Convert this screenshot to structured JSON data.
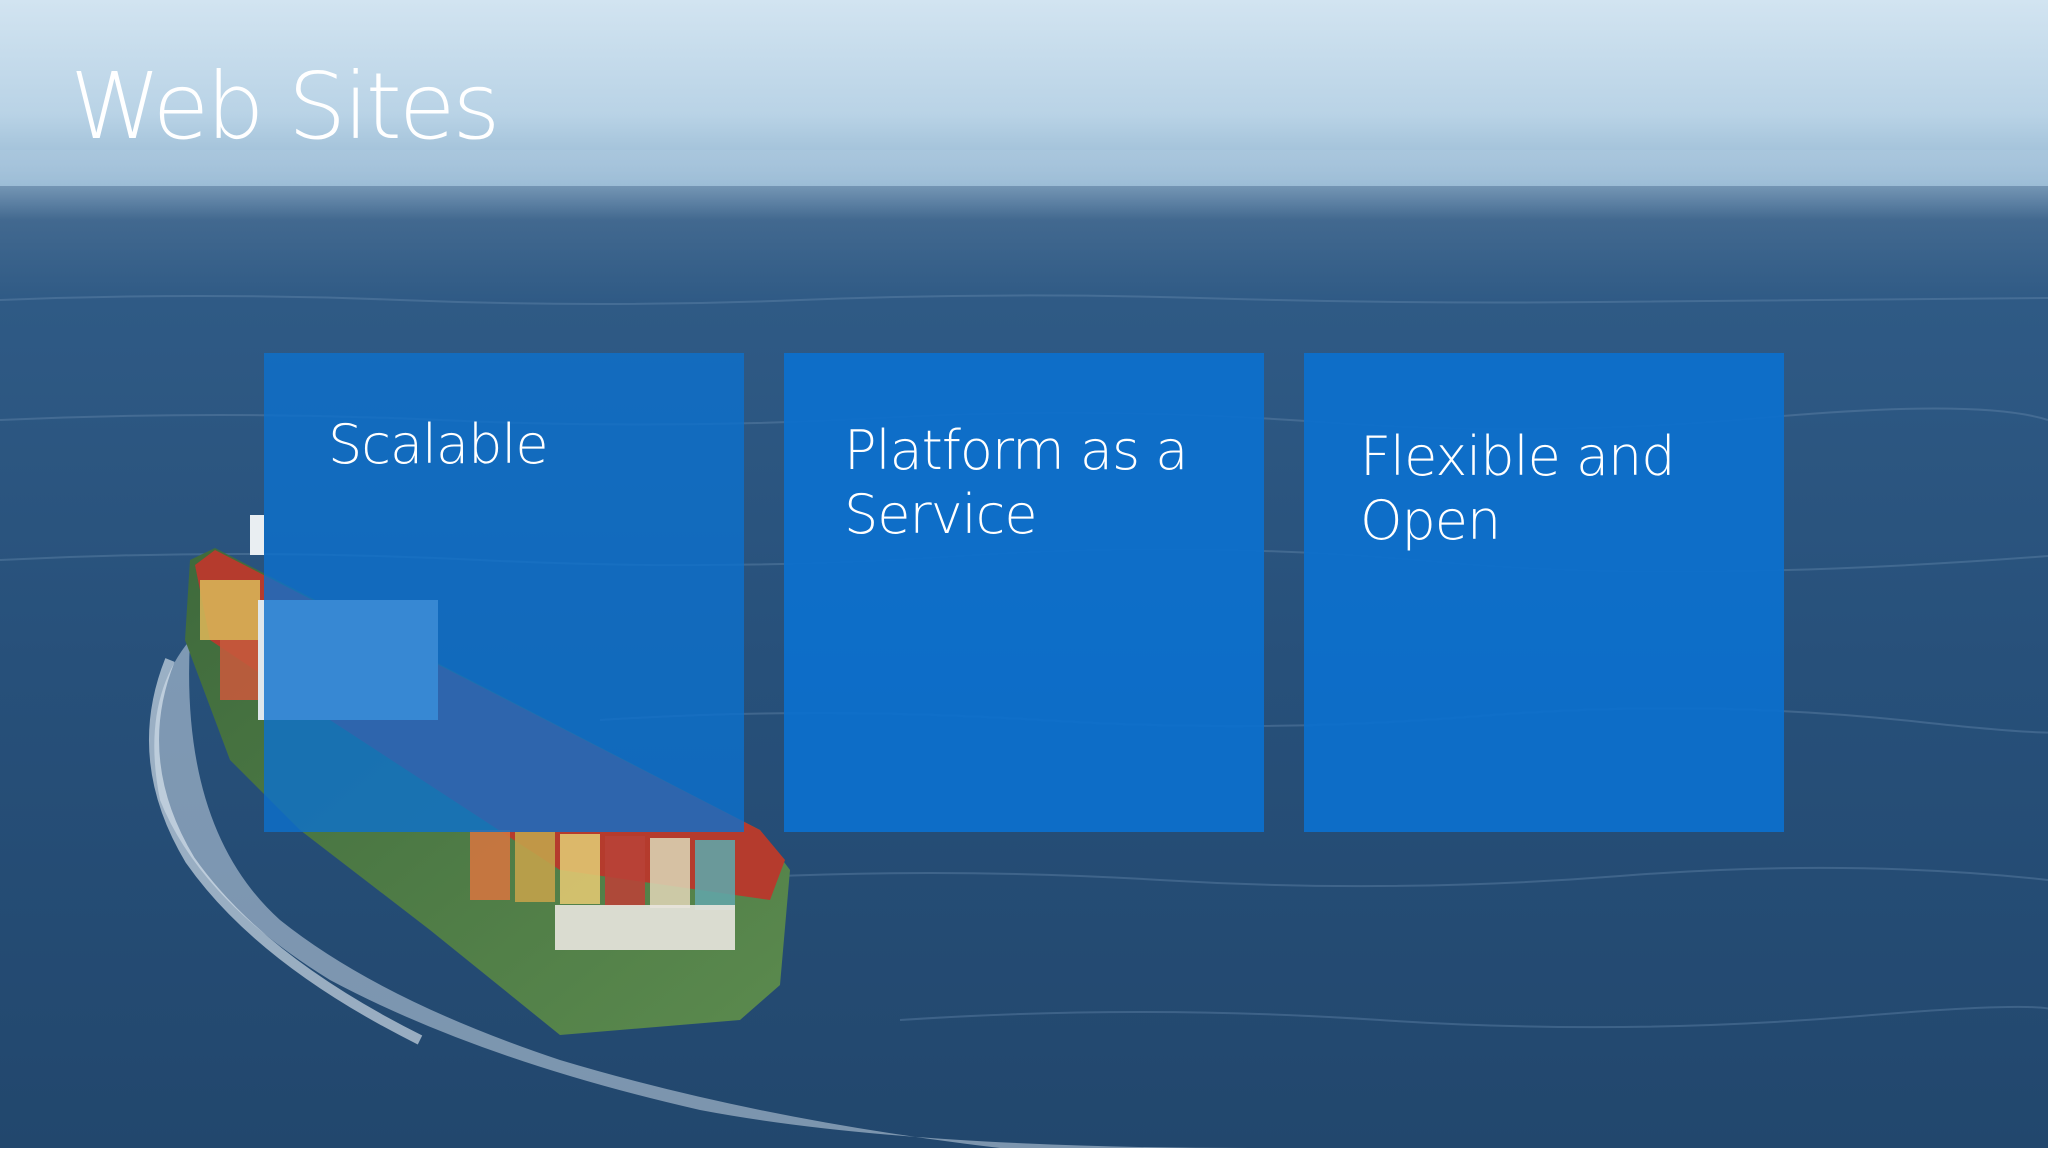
{
  "slide": {
    "title": "Web Sites",
    "background": "ocean-with-container-ship",
    "tile_color": "#0c70cd",
    "tiles": [
      {
        "label": "Scalable"
      },
      {
        "label": "Platform as a Service"
      },
      {
        "label": "Flexible and Open"
      }
    ]
  }
}
